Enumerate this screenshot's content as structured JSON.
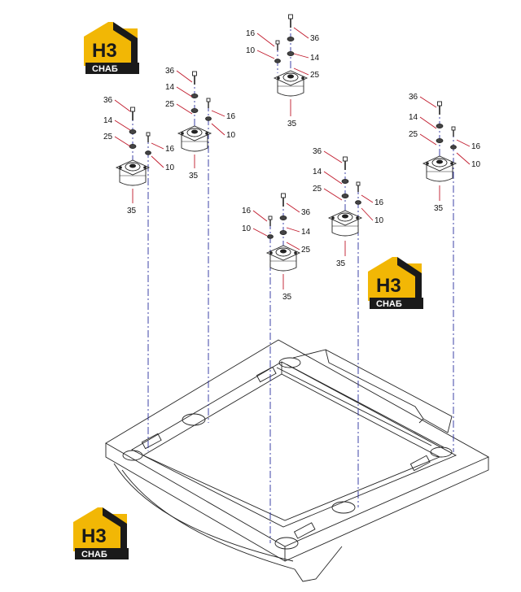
{
  "logo": {
    "mark_letters": "H3",
    "brand": "CHAБ",
    "colors": {
      "gold": "#f2b705",
      "dark": "#1a1a1a"
    }
  },
  "parts": [
    {
      "id": "mount-1",
      "labels": [
        "36",
        "14",
        "25",
        "16",
        "10",
        "35"
      ]
    },
    {
      "id": "mount-2",
      "labels": [
        "36",
        "14",
        "25",
        "16",
        "10",
        "35"
      ]
    },
    {
      "id": "mount-3",
      "labels": [
        "16",
        "10",
        "36",
        "14",
        "25",
        "35"
      ]
    },
    {
      "id": "mount-4",
      "labels": [
        "16",
        "10",
        "36",
        "14",
        "25",
        "35"
      ]
    },
    {
      "id": "mount-5",
      "labels": [
        "36",
        "14",
        "25",
        "16",
        "10",
        "35"
      ]
    },
    {
      "id": "mount-6",
      "labels": [
        "36",
        "14",
        "25",
        "16",
        "10",
        "35"
      ]
    }
  ],
  "colors": {
    "leader": "#c0182a",
    "axis": "#2a2f9e",
    "line": "#222222"
  }
}
